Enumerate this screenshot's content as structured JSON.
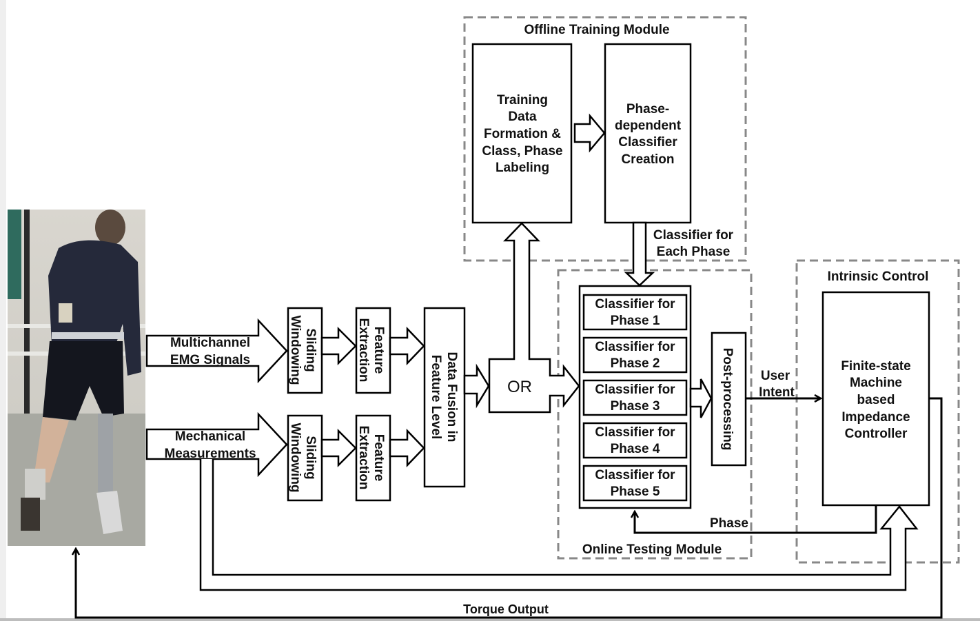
{
  "modules": {
    "offline": {
      "title": "Offline Training Module"
    },
    "online": {
      "title": "Online Testing Module"
    },
    "intrinsic": {
      "title": "Intrinsic Control"
    }
  },
  "blocks": {
    "training_data": [
      "Training",
      "Data",
      "Formation &",
      "Class, Phase",
      "Labeling"
    ],
    "classifier_creation": [
      "Phase-",
      "dependent",
      "Classifier",
      "Creation"
    ],
    "sliding_windowing_emg": [
      "Sliding",
      "Windowing"
    ],
    "sliding_windowing_mech": [
      "Sliding",
      "Windowing"
    ],
    "feature_extraction_emg": [
      "Feature",
      "Extraction"
    ],
    "feature_extraction_mech": [
      "Feature",
      "Extraction"
    ],
    "data_fusion": [
      "Data Fusion in",
      "Feature Level"
    ],
    "or_gate": "OR",
    "post_processing": "Post-processing",
    "controller": [
      "Finite-state",
      "Machine",
      "based",
      "Impedance",
      "Controller"
    ],
    "phase_classifiers": [
      [
        "Classifier for",
        "Phase 1"
      ],
      [
        "Classifier for",
        "Phase 2"
      ],
      [
        "Classifier for",
        "Phase 3"
      ],
      [
        "Classifier for",
        "Phase 4"
      ],
      [
        "Classifier for",
        "Phase 5"
      ]
    ]
  },
  "signals": {
    "emg": [
      "Multichannel",
      "EMG Signals"
    ],
    "mechanical": [
      "Mechanical",
      "Measurements"
    ],
    "classifier_each_phase": [
      "Classifier for",
      "Each Phase"
    ],
    "user_intent": [
      "User",
      "Intent"
    ],
    "phase": "Phase",
    "torque_output": "Torque Output"
  },
  "photo": {
    "description": "subject-walking-with-powered-prosthesis"
  },
  "colors": {
    "stroke": "#000000",
    "module_border": "#888888",
    "background": "#ffffff"
  }
}
